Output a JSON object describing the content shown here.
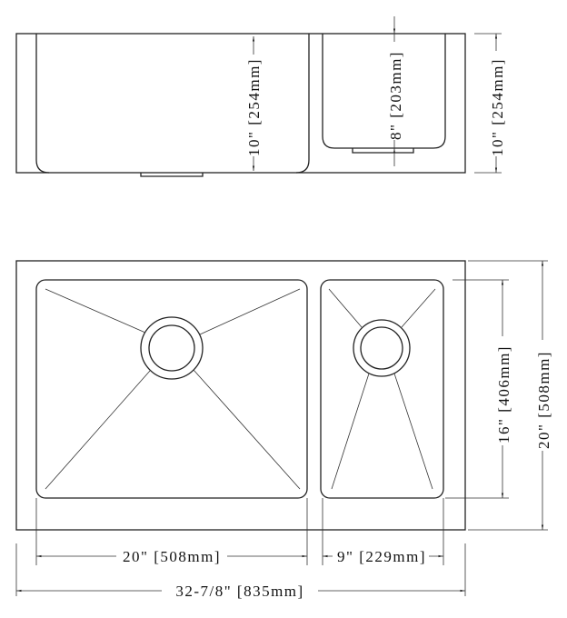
{
  "front_view": {
    "left_depth": "10\" [254mm]",
    "right_depth": "8\" [203mm]",
    "overall_depth": "10\" [254mm]"
  },
  "plan_view": {
    "bowl_length": "16\" [406mm]",
    "overall_length": "20\" [508mm]",
    "left_bowl_width": "20\" [508mm]",
    "right_bowl_width": "9\" [229mm]",
    "overall_width": "32-7/8\" [835mm]"
  }
}
